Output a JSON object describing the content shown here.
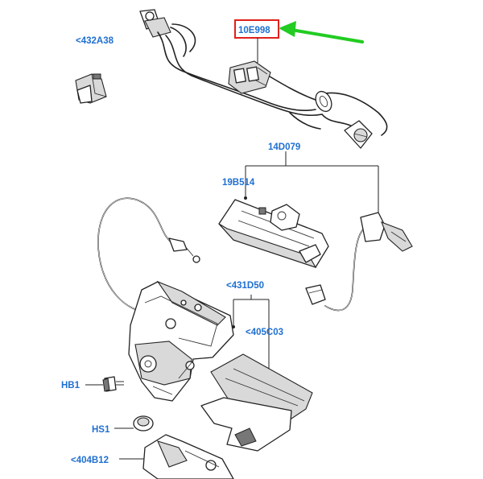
{
  "callouts": {
    "c432A38": "<432A38",
    "c10E998": "10E998",
    "c14D079": "14D079",
    "c19B514": "19B514",
    "c431D50": "<431D50",
    "c405C03": "<405C03",
    "cHB1": "HB1",
    "cHS1": "HS1",
    "c404B12": "<404B12"
  },
  "colors": {
    "label_blue": "#1f6fd1",
    "highlight_red": "#e0201b",
    "arrow_green": "#22cc22",
    "line_black": "#222222"
  }
}
